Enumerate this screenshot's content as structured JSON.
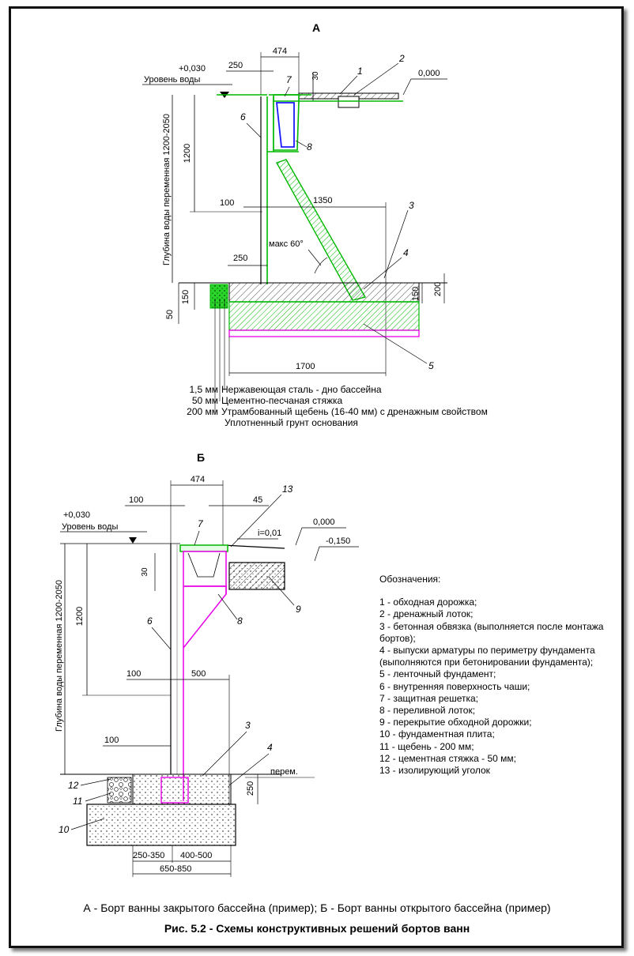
{
  "section_a": {
    "title": "А",
    "dims": {
      "w474": "474",
      "w250_top": "250",
      "d30": "30",
      "lvl_water": "+0,030",
      "water_label": "Уровень воды",
      "lvl_zero": "0,000",
      "depth_label": "Глубина воды переменная 1200-2050",
      "h1200": "1200",
      "w100": "100",
      "w1350": "1350",
      "angle": "макс 60°",
      "w250_bot": "250",
      "h150_left": "150",
      "h50": "50",
      "h150_right": "150",
      "h200": "200",
      "w1700": "1700"
    },
    "callouts": [
      "1",
      "2",
      "3",
      "4",
      "5",
      "6",
      "7",
      "8"
    ],
    "layers": [
      {
        "thick": "1,5 мм",
        "text": "Нержавеющая сталь - дно бассейна"
      },
      {
        "thick": "50 мм",
        "text": "Цементно-песчаная стяжка"
      },
      {
        "thick": "200 мм",
        "text": "Утрамбованный щебень (16-40 мм) с дренажным свойством"
      },
      {
        "thick": "",
        "text": "Уплотненный грунт основания"
      }
    ]
  },
  "section_b": {
    "title": "Б",
    "dims": {
      "w474": "474",
      "w100_top": "100",
      "w45": "45",
      "lvl_water": "+0,030",
      "water_label": "Уровень воды",
      "lvl_zero": "0,000",
      "slope": "i=0,01",
      "lvl_minus": "-0,150",
      "d30": "30",
      "depth_label": "Глубина воды переменная 1200-2050",
      "h1200": "1200",
      "w100_mid": "100",
      "w500": "500",
      "w100_low": "100",
      "perem": "перем.",
      "h250": "250",
      "w250_350": "250-350",
      "w400_500": "400-500",
      "w650_850": "650-850"
    },
    "callouts": [
      "13",
      "7",
      "9",
      "8",
      "6",
      "3",
      "4",
      "12",
      "11",
      "10"
    ]
  },
  "legend": {
    "heading": "Обозначения:",
    "items": [
      "1 - обходная дорожка;",
      "2 - дренажный лоток;",
      "3 - бетонная обвязка (выполняется после монтажа бортов);",
      "4 - выпуски арматуры по периметру фундамента (выполняются при бетонировании фундамента);",
      "5 - ленточный фундамент;",
      "6 - внутренняя поверхность чаши;",
      "7 - защитная решетка;",
      "8 - переливной лоток;",
      "9 - перекрытие обходной дорожки;",
      "10 - фундаментная плита;",
      "11 - щебень - 200 мм;",
      "12 - цементная стяжка - 50 мм;",
      "13 - изолирующий уголок"
    ]
  },
  "captions": {
    "subtitle": "А - Борт ванны закрытого бассейна (пример); Б - Борт ванны открытого бассейна (пример)",
    "figure": "Рис. 5.2 - Схемы конструктивных решений бортов ванн"
  },
  "colors": {
    "green": "#00b800",
    "magenta": "#e800e8",
    "blue": "#1a1aff",
    "line": "#000000"
  }
}
